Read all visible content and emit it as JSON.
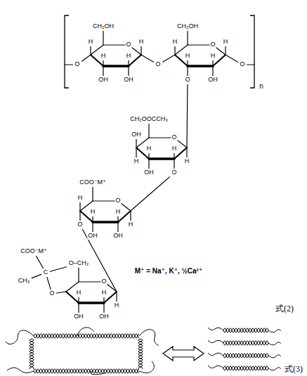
{
  "diagram": {
    "labels": [
      "CH₂OH",
      "H",
      "H",
      "OH",
      "H",
      "OH",
      "H",
      "O",
      "O",
      "O",
      "CH₂OH",
      "H",
      "H",
      "O",
      "H",
      "OH",
      "H",
      "O",
      "O",
      "n",
      "CH₂OOCCH₃",
      "OH",
      "H",
      "H",
      "OH",
      "H",
      "O",
      "H",
      "O",
      "COO⁻M⁺",
      "H",
      "O",
      "H",
      "OH",
      "H",
      "OH",
      "H",
      "O",
      "O–CH₂",
      "H",
      "OH",
      "H",
      "OH",
      "H",
      "O",
      "COO⁻M⁺",
      "C",
      "CH₃",
      "O",
      "M⁺ = Na⁺, K⁺, ½Ca²⁺",
      "式(2)",
      "式(3)"
    ]
  }
}
